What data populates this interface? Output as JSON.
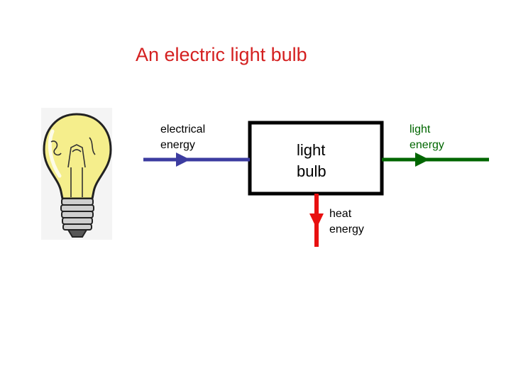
{
  "title": "An electric light bulb",
  "colors": {
    "title": "#d42020",
    "input_arrow": "#3c3ca0",
    "output_arrow": "#006600",
    "heat_arrow": "#e81010",
    "box_border": "#000000",
    "bulb_glass": "#f5ee8c",
    "bulb_base": "#cfcfcf"
  },
  "input": {
    "label": "electrical\nenergy"
  },
  "process": {
    "label": "light\nbulb"
  },
  "output": {
    "label": "light\nenergy"
  },
  "waste": {
    "label": "heat\nenergy"
  },
  "illustration": {
    "icon": "light-bulb-icon"
  }
}
